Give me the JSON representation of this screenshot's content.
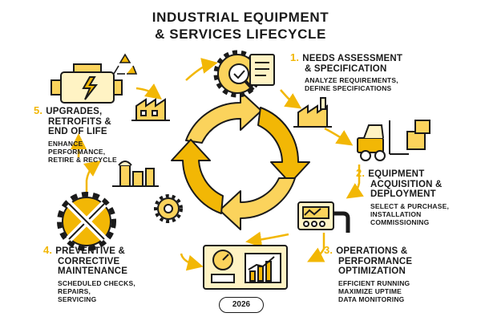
{
  "title_lines": [
    "INDUSTRIAL EQUIPMENT",
    "& SERVICES LIFECYCLE"
  ],
  "stages": [
    {
      "number": "1.",
      "heading": [
        "NEEDS ASSESSMENT",
        "& SPECIFICATION"
      ],
      "details": [
        "ANALYZE REQUIREMENTS,",
        "DEFINE SPECIFICATIONS"
      ]
    },
    {
      "number": "2.",
      "heading": [
        "EQUIPMENT",
        "ACQUISITION &",
        "DEPLOYMENT"
      ],
      "details": [
        "SELECT & PURCHASE,",
        "INSTALLATION",
        "COMMISSIONING"
      ]
    },
    {
      "number": "3.",
      "heading": [
        "OPERATIONS &",
        "PERFORMANCE",
        "OPTIMIZATION"
      ],
      "details": [
        "EFFICIENT RUNNING",
        "MAXIMIZE UPTIME",
        "DATA MONITORING"
      ]
    },
    {
      "number": "4.",
      "heading": [
        "PREVENTIVE &",
        "CORRECTIVE",
        "MAINTENANCE"
      ],
      "details": [
        "SCHEDULED CHECKS,",
        "REPAIRS,",
        "SERVICING"
      ]
    },
    {
      "number": "5.",
      "heading": [
        "UPGRADES,",
        "RETROFITS &",
        "END OF LIFE"
      ],
      "details": [
        "ENHANCE",
        "PERFORMANCE,",
        "RETIRE & RECYCLE"
      ]
    }
  ],
  "year": "2026",
  "colors": {
    "accent": "#f2b705",
    "accent_light": "#fbd35c",
    "ink": "#1a1a1a",
    "icon_fill": "#fff3c4"
  },
  "icons": [
    "checklist-gear-icon",
    "factory-icon",
    "forklift-icon",
    "control-panel-icon",
    "dashboard-chart-icon",
    "wrench-icon",
    "gear-icon",
    "refinery-icon",
    "engine-icon",
    "recycle-icon"
  ]
}
